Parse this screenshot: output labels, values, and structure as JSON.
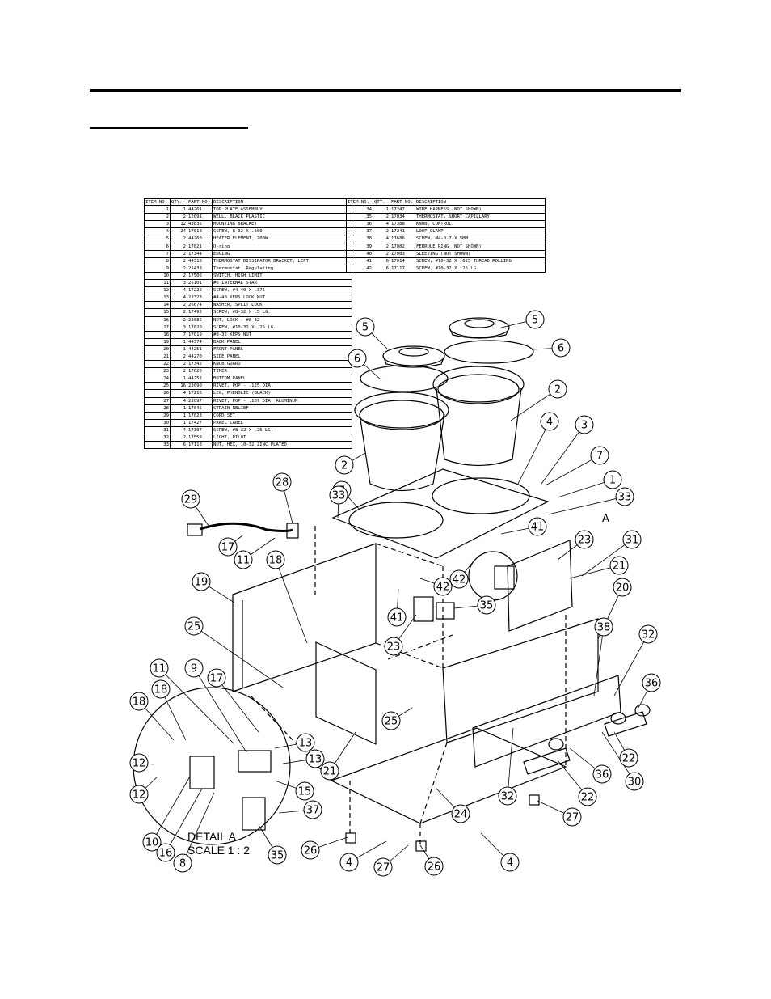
{
  "headers": [
    "ITEM NO.",
    "QTY.",
    "PART NO.",
    "DESCRIPTION"
  ],
  "parts_left": [
    [
      "1",
      "1",
      "44261",
      "TOP PLATE ASSEMBLY"
    ],
    [
      "2",
      "2",
      "12091",
      "WELL, BLACK PLASTIC"
    ],
    [
      "3",
      "12",
      "43835",
      "MOUNTING BRACKET"
    ],
    [
      "4",
      "24",
      "17018",
      "SCREW, 8-32 X .500"
    ],
    [
      "5",
      "2",
      "44260",
      "HEATER ELEMENT, 700W"
    ],
    [
      "6",
      "2",
      "17021",
      "O-ring"
    ],
    [
      "7",
      "2",
      "17344",
      "EDGING"
    ],
    [
      "8",
      "2",
      "44318",
      "THERMOSTAT DISSIPATOR BRACKET, LEFT"
    ],
    [
      "9",
      "2",
      "25438",
      "Thermostat, Regulating"
    ],
    [
      "10",
      "2",
      "17506",
      "SWITCH, HIGH LIMIT"
    ],
    [
      "11",
      "3",
      "25101",
      "#6 INTERNAL STAR"
    ],
    [
      "12",
      "4",
      "17222",
      "SCREW, #4-40 X .375"
    ],
    [
      "13",
      "4",
      "23323",
      "#4-40 KEPS LOCK NUT"
    ],
    [
      "14",
      "2",
      "26674",
      "WASHER, SPLIT LOCK"
    ],
    [
      "15",
      "2",
      "17492",
      "SCREW, #8-32 X .5 LG."
    ],
    [
      "16",
      "2",
      "23085",
      "NUT, LOCK - #8-32"
    ],
    [
      "17",
      "3",
      "17020",
      "SCREW, #10-32 X .25 LG."
    ],
    [
      "18",
      "7",
      "17019",
      "#8-32 KEPS NUT"
    ],
    [
      "19",
      "1",
      "44374",
      "BACK PANEL"
    ],
    [
      "20",
      "1",
      "44251",
      "FRONT PANEL"
    ],
    [
      "21",
      "2",
      "44270",
      "SIDE PANEL"
    ],
    [
      "22",
      "2",
      "17342",
      "KNOB GUARD"
    ],
    [
      "23",
      "2",
      "17620",
      "TIMER"
    ],
    [
      "24",
      "1",
      "44252",
      "BOTTOM PANEL"
    ],
    [
      "25",
      "16",
      "23090",
      "RIVET, POP - .125 DIA."
    ],
    [
      "26",
      "4",
      "17216",
      "LEG, PHENOLIC (BLACK)"
    ],
    [
      "27",
      "4",
      "23097",
      "RIVET, POP - .187 DIA. ALUMINUM"
    ],
    [
      "28",
      "1",
      "17045",
      "STRAIN RELIEF"
    ],
    [
      "29",
      "1",
      "17023",
      "CORD SET"
    ],
    [
      "30",
      "1",
      "17427",
      "PANEL LABEL"
    ],
    [
      "31",
      "4",
      "17307",
      "SCREW, #8-32 X .25 LG."
    ],
    [
      "32",
      "2",
      "17559",
      "LIGHT, PILOT"
    ],
    [
      "33",
      "6",
      "17118",
      "NUT, HEX, 10-32 ZINC PLATED"
    ]
  ],
  "parts_right": [
    [
      "34",
      "1",
      "17247",
      "WIRE HARNESS (NOT SHOWN)"
    ],
    [
      "35",
      "2",
      "17034",
      "THERMOSTAT, SHORT CAPILLARY"
    ],
    [
      "36",
      "4",
      "17388",
      "KNOB, CONTROL"
    ],
    [
      "37",
      "2",
      "17241",
      "LOOP CLAMP"
    ],
    [
      "38",
      "4",
      "17686",
      "SCREW, M4-0.7 X 5MM"
    ],
    [
      "39",
      "2",
      "17082",
      "FERRULE RING (NOT SHOWN)"
    ],
    [
      "40",
      "2",
      "17083",
      "SLEEVING (NOT SHOWN)"
    ],
    [
      "41",
      "6",
      "17014",
      "SCREW, #10-32 X .625 THREAD ROLLING"
    ],
    [
      "42",
      "6",
      "17117",
      "SCREW, #10-32 X .25 LG."
    ]
  ],
  "callouts": [
    "5",
    "5",
    "6",
    "6",
    "2",
    "2",
    "4",
    "3",
    "7",
    "7",
    "1",
    "33",
    "33",
    "29",
    "28",
    "17",
    "11",
    "41",
    "A",
    "42",
    "42",
    "23",
    "23",
    "31",
    "21",
    "19",
    "18",
    "25",
    "41",
    "35",
    "20",
    "38",
    "32",
    "36",
    "22",
    "11",
    "9",
    "17",
    "18",
    "18",
    "13",
    "13",
    "12",
    "12",
    "15",
    "10",
    "16",
    "8",
    "37",
    "35",
    "21",
    "25",
    "36",
    "30",
    "32",
    "22",
    "27",
    "26",
    "4",
    "27",
    "26",
    "24",
    "4"
  ],
  "detail_label": "DETAIL A",
  "detail_scale": "SCALE 1 : 2"
}
